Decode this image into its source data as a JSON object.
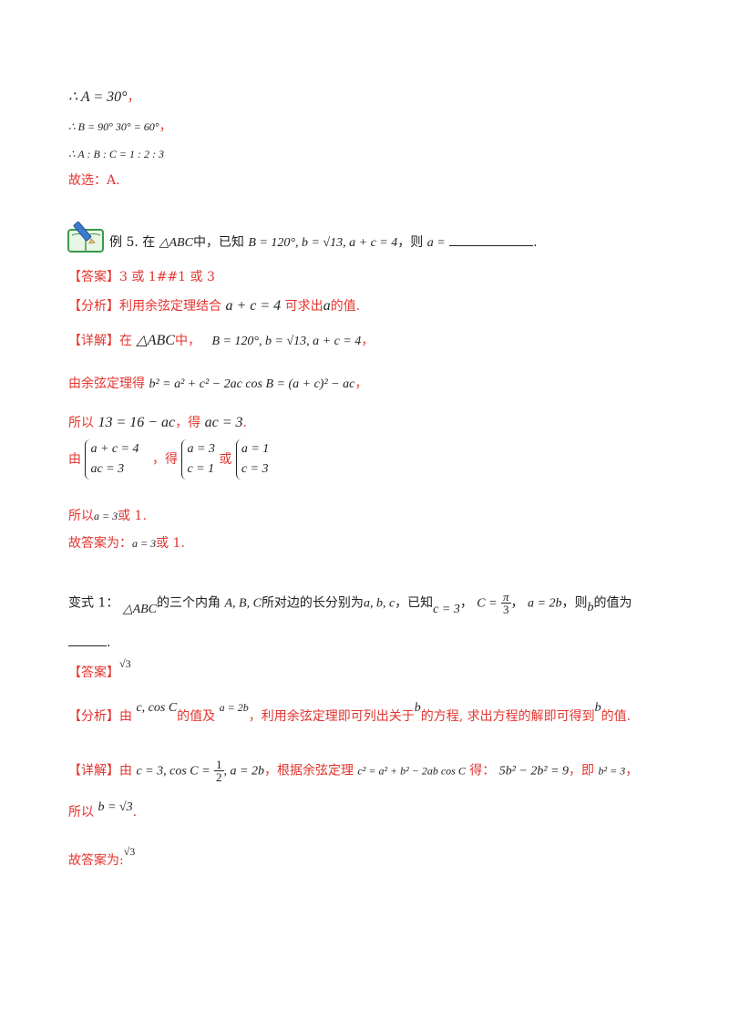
{
  "prev": {
    "line1": "∴ A = 30°",
    "line1_comma": "，",
    "line2": "∴ B = 90°   30° = 60°",
    "line2_comma": "，",
    "line3": "∴ A : B : C = 1 : 2 : 3",
    "line4": "故选：A."
  },
  "ex5": {
    "label": "例 5.",
    "t1": "在",
    "tri": "△ABC",
    "t2": "中，已知",
    "given": "B = 120°, b = √13, a + c = 4",
    "t3": "，则",
    "a_eq": "a =",
    "blank": "",
    "end": ".",
    "answer_tag": "【答案】",
    "answer": "3 或 1##1 或 3",
    "analysis_tag": "【分析】",
    "analysis_a": "利用余弦定理结合",
    "analysis_math": "a + c = 4",
    "analysis_b": "可求出",
    "analysis_var": "a",
    "analysis_c": "的值.",
    "detail_tag": "【详解】",
    "detail_a": "在",
    "detail_tri": "△ABC",
    "detail_b": "中，",
    "detail_given": "B = 120°, b = √13, a + c = 4",
    "detail_comma": "，",
    "law_a": "由余弦定理得",
    "law_math": "b² = a² + c² − 2ac cos B = (a + c)² − ac",
    "law_comma": "，",
    "so_a": "所以",
    "so_math1": "13 = 16 − ac",
    "so_b": "，得",
    "so_math2": "ac = 3",
    "so_end": ".",
    "sys_a": "由",
    "sys1_r1": "a + c = 4",
    "sys1_r2": "ac = 3",
    "sys_b": "，得",
    "sys2_r1": "a = 3",
    "sys2_r2": "c = 1",
    "sys_c": "或",
    "sys3_r1": "a = 1",
    "sys3_r2": "c = 3",
    "res_a": "所以",
    "res_math": "a = 3",
    "res_b": "或 1.",
    "fin_a": "故答案为：",
    "fin_math": "a = 3",
    "fin_b": "或 1."
  },
  "var1": {
    "label": "变式 1：",
    "tri": "△ABC",
    "t1": "的三个内角",
    "angles": "A, B, C",
    "t2": "所对边的长分别为",
    "sides": "a, b, c",
    "t3": "，已知",
    "c_eq": "c = 3",
    "comma1": "，",
    "C_eq": "C =",
    "pi": "π",
    "three": "3",
    "comma2": "，",
    "a_eq": "a = 2b",
    "t4": "，则",
    "b_var": "b",
    "t5": "的值为",
    "blank_end": ".",
    "answer_tag": "【答案】",
    "answer": "√3",
    "analysis_tag": "【分析】",
    "analysis_a": "由",
    "analysis_m1": "c, cos C",
    "analysis_b": "的值及",
    "analysis_m2": "a = 2b",
    "analysis_c": "，利用余弦定理即可列出关于",
    "analysis_m3": "b",
    "analysis_d": "的方程, 求出方程的解即可得到",
    "analysis_m4": "b",
    "analysis_e": "的值.",
    "detail_tag": "【详解】",
    "detail_a": "由",
    "detail_m1": "c = 3, cos C =",
    "half_num": "1",
    "half_den": "2",
    "detail_m1b": ", a = 2b",
    "detail_b": "，根据余弦定理",
    "detail_m2": "c² = a² + b² − 2ab cos C",
    "detail_c": "得：",
    "detail_m3": "5b² − 2b² = 9",
    "detail_d": "，即",
    "detail_m4": "b² = 3",
    "detail_e": "，",
    "so_a": "所以",
    "so_math": "b = √3",
    "so_end": ".",
    "fin_a": "故答案为:",
    "fin_math": "√3"
  },
  "colors": {
    "red": "#e3342f",
    "text": "#222222",
    "icon_green": "#3a9a4a",
    "icon_blue": "#3b7bd0"
  }
}
